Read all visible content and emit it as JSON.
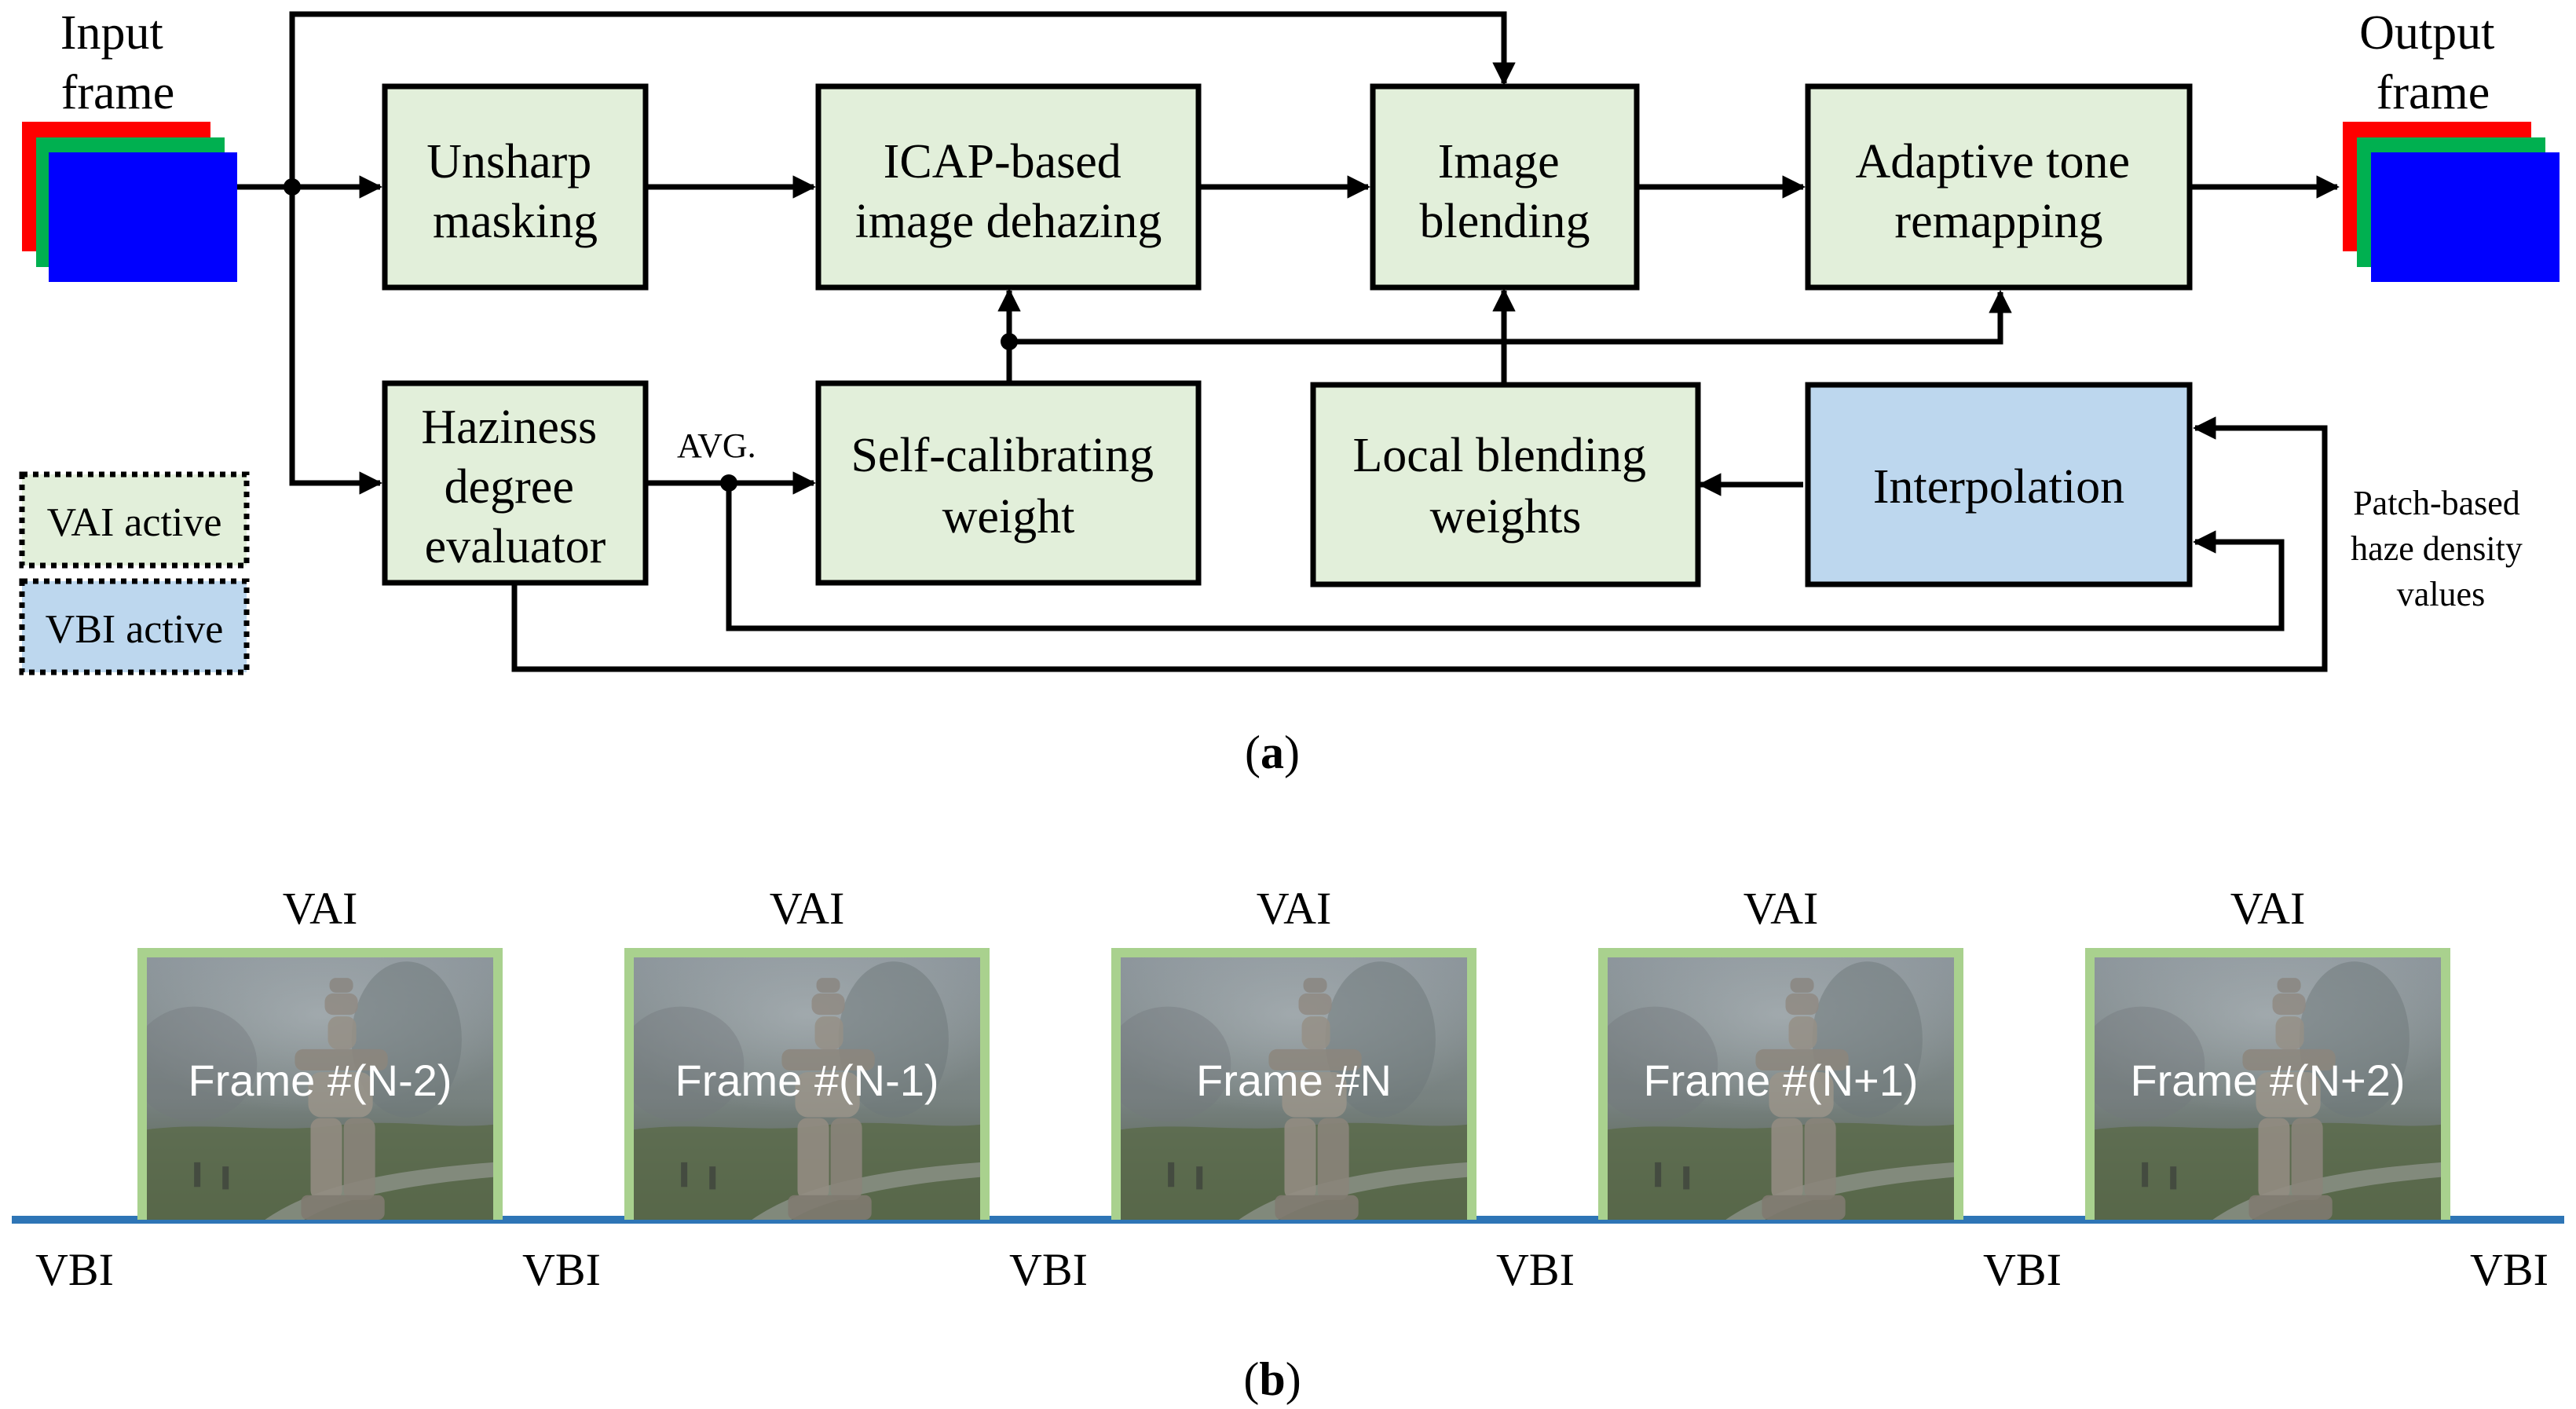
{
  "colors": {
    "block_green": "#e2efda",
    "block_blue": "#bdd7ee",
    "frame_red": "#ff0000",
    "frame_green": "#00b050",
    "frame_blue": "#0000ff",
    "timeline": "#2e75b6",
    "vai_border": "#a9d18e"
  },
  "part_a": {
    "input_frame": [
      "Input",
      "frame"
    ],
    "output_frame": [
      "Output",
      "frame"
    ],
    "blocks": {
      "unsharp": [
        "Unsharp",
        "masking"
      ],
      "icap": [
        "ICAP-based",
        "image dehazing"
      ],
      "blending": [
        "Image",
        "blending"
      ],
      "tone": [
        "Adaptive tone",
        "remapping"
      ],
      "haziness": [
        "Haziness",
        "degree",
        "evaluator"
      ],
      "selfcal": [
        "Self-calibrating",
        "weight"
      ],
      "localblend": [
        "Local blending",
        "weights"
      ],
      "interp": "Interpolation"
    },
    "avg_label": "AVG.",
    "patch_label": [
      "Patch-based",
      "haze density",
      "values"
    ],
    "legend": {
      "vai": "VAI active",
      "vbi": "VBI active"
    },
    "caption": {
      "open": "(",
      "letter": "a",
      "close": ")"
    }
  },
  "part_b": {
    "vai_label": "VAI",
    "vbi_label": "VBI",
    "frames": [
      "Frame #(N-2)",
      "Frame #(N-1)",
      "Frame #N",
      "Frame #(N+1)",
      "Frame #(N+2)"
    ],
    "caption": {
      "open": "(",
      "letter": "b",
      "close": ")"
    }
  }
}
